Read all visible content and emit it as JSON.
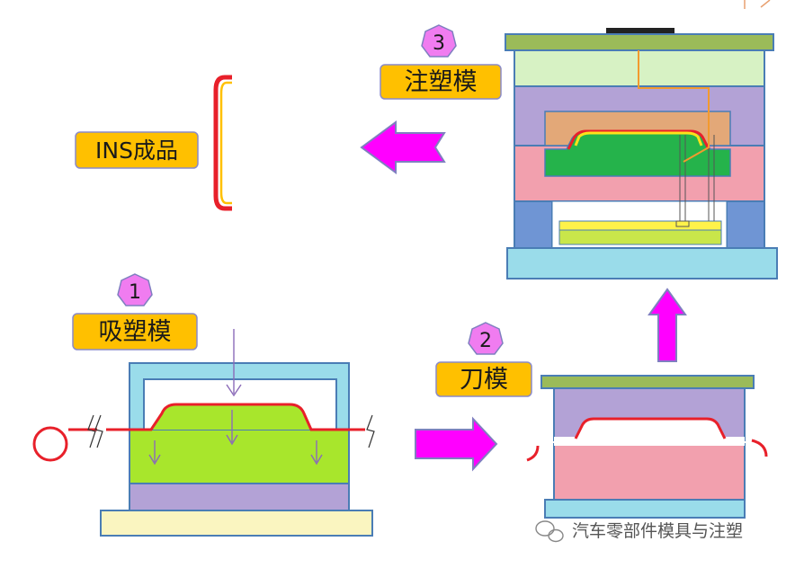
{
  "steps": [
    {
      "number": "1",
      "label": "吸塑模"
    },
    {
      "number": "2",
      "label": "刀模"
    },
    {
      "number": "3",
      "label": "注塑模"
    }
  ],
  "product": {
    "label": "INS成品"
  },
  "watermark": {
    "text": "汽车零部件模具与注塑"
  },
  "colors": {
    "label_fill": "#FFC000",
    "badge_fill": "#F07CF0",
    "arrow_fill": "#FF00FF",
    "film": "#E8202A",
    "plate_green": "#9BBB59",
    "light_blue": "#9ADCEA",
    "lavender": "#B3A2D6",
    "pink": "#F2A0AE",
    "lime": "#A8E62C",
    "pale_yellow": "#FAF5C0",
    "pale_green": "#D7F2C4",
    "core_green": "#25B34B",
    "tan": "#E3A878",
    "column_blue": "#6F95D4",
    "runner_orange": "#F29A2E"
  }
}
